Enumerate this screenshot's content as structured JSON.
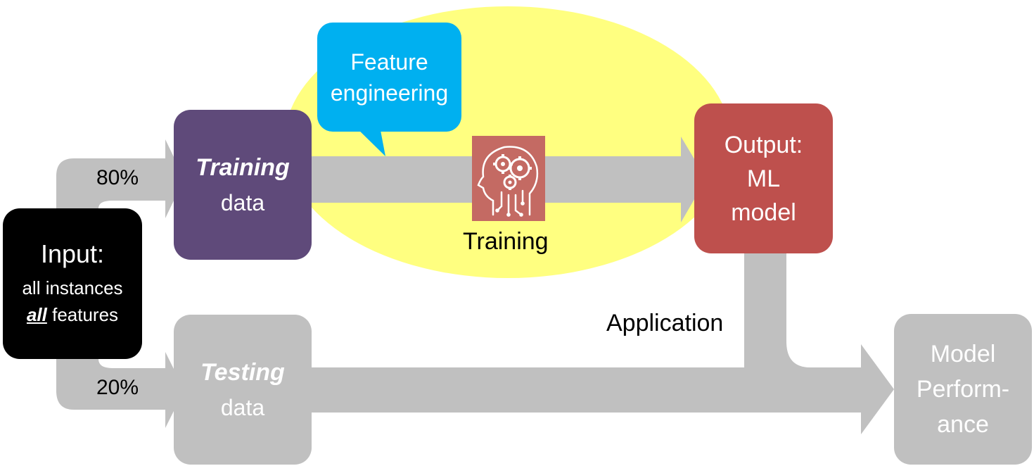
{
  "input": {
    "title": "Input:",
    "line1": "all instances",
    "line2_emph": "all",
    "line2_rest": " features"
  },
  "split": {
    "train_pct": "80%",
    "test_pct": "20%"
  },
  "training_data": {
    "emph": "Training",
    "rest": "data"
  },
  "testing_data": {
    "emph": "Testing",
    "rest": "data"
  },
  "feature_engineering": {
    "line1": "Feature",
    "line2": "engineering"
  },
  "training_step": {
    "label": "Training",
    "icon": "brain-gears-icon"
  },
  "output": {
    "line1": "Output:",
    "line2": "ML",
    "line3": "model"
  },
  "application": {
    "label": "Application"
  },
  "performance": {
    "line1": "Model",
    "line2": "Perform-",
    "line3": "ance"
  },
  "colors": {
    "input": "#000000",
    "training_data": "#5f4a7a",
    "testing_data": "#c0c0c0",
    "feature_engineering": "#00b0f0",
    "output": "#be504d",
    "performance": "#c0c0c0",
    "highlight": "#ffff80",
    "arrows": "#c0c0c0",
    "brain_icon": "#c46a63"
  }
}
